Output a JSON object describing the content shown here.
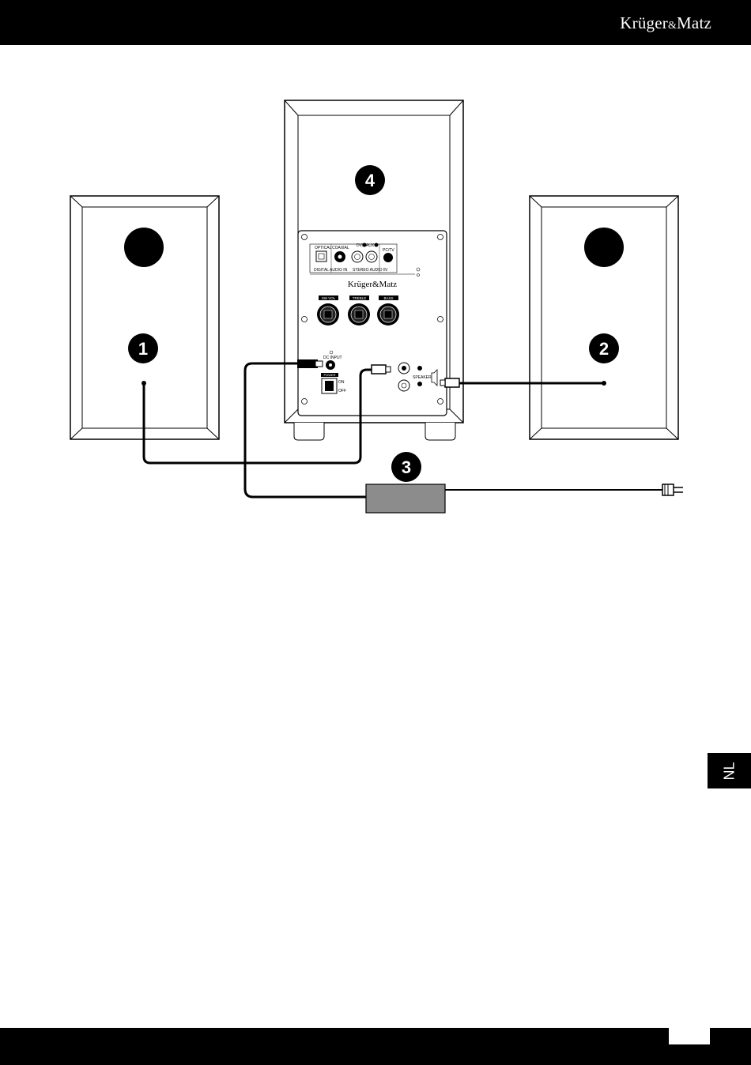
{
  "header": {
    "brand": "Krüger",
    "brand_amp": "&",
    "brand_tail": "Matz"
  },
  "callouts": [
    "1",
    "2",
    "3",
    "4"
  ],
  "panel": {
    "optical": "OPTICAL",
    "coaxial": "COAXIAL",
    "dvd_aux": "DVD/AUX",
    "pc_tv": "PC/TV",
    "digital_audio_in": "DIGITAL AUDIO IN",
    "stereo_audio_in": "STEREO AUDIO IN",
    "brand": "Krüger&Matz",
    "knob_volume": "SW VOL",
    "knob_treble": "TREBLE",
    "knob_bass": "BASS",
    "dc_input": "DC INPUT",
    "power": "POWER",
    "on": "ON",
    "off": "OFF",
    "speaker": "SPEAKER"
  },
  "side_tab": {
    "label": "NL"
  }
}
